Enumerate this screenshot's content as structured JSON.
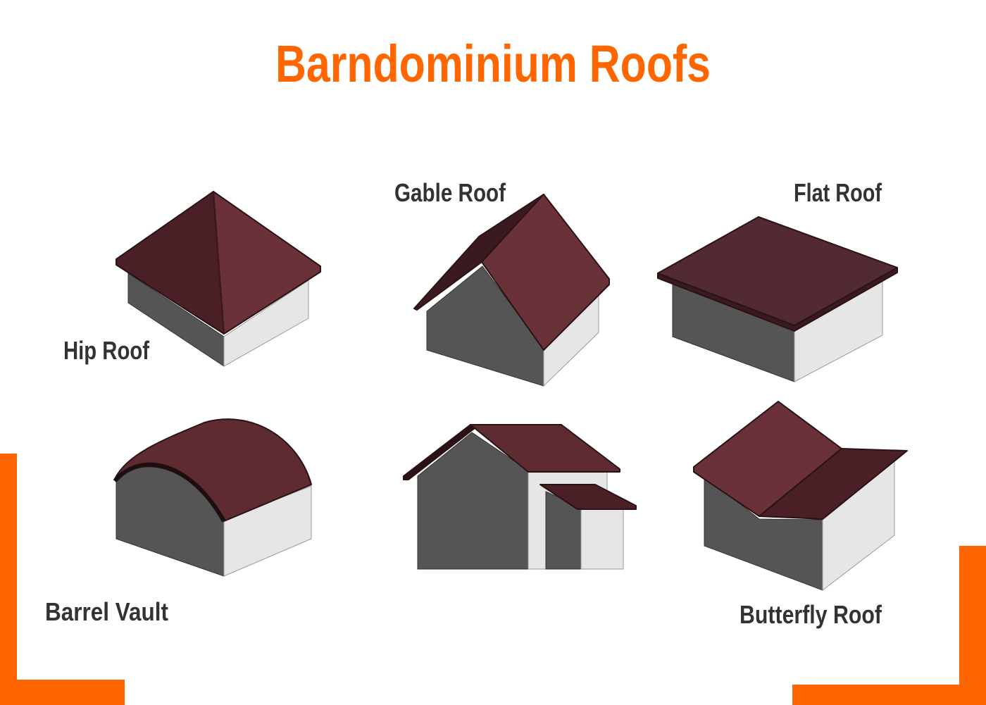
{
  "title": "Barndominium Roofs",
  "labels": {
    "hip": "Hip Roof",
    "gable": "Gable Roof",
    "flat": "Flat Roof",
    "barrel": "Barrel Vault",
    "butterfly": "Butterfly Roof"
  },
  "colors": {
    "accent": "#ff6600",
    "label": "#333333",
    "roof": "#5a2a30",
    "roof_dark": "#4a2026",
    "wall_dark": "#555555",
    "wall_light": "#e6e6e6"
  }
}
